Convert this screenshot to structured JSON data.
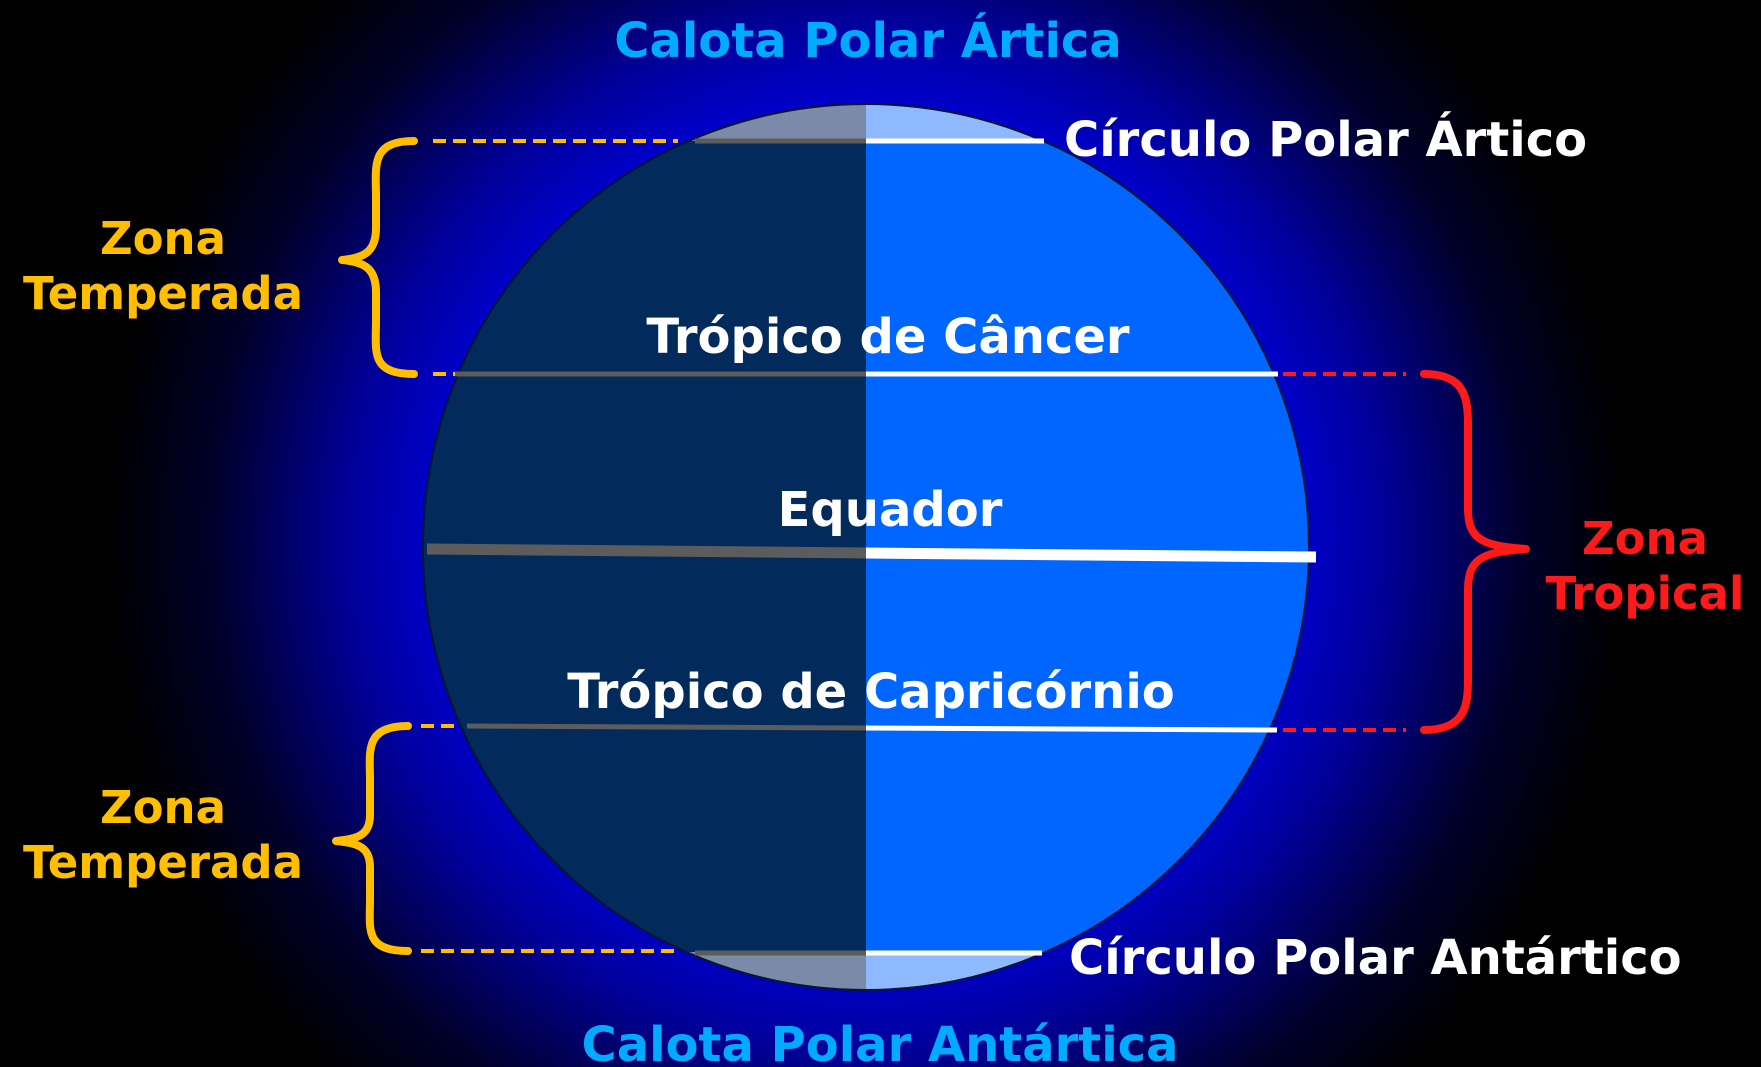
{
  "labels": {
    "calota_artica": "Calota Polar Ártica",
    "circulo_artico": "Círculo Polar Ártico",
    "tropico_cancer": "Trópico de Câncer",
    "equador": "Equador",
    "tropico_capricornio": "Trópico de Capricórnio",
    "circulo_antartico": "Círculo Polar Antártico",
    "calota_antartica": "Calota Polar Antártica",
    "zona_temperada_norte": [
      "Zona",
      "Temperada"
    ],
    "zona_tropical": [
      "Zona",
      "Tropical"
    ],
    "zona_temperada_sul": [
      "Zona",
      "Temperada"
    ]
  },
  "colors": {
    "background": "#000000",
    "glow": "#0000ff",
    "globe_dark": "#022a5a",
    "globe_light": "#0066ff",
    "polar_cap_dark": "#7b8aa8",
    "polar_cap_light": "#8fb9ff",
    "line_white": "#ffffff",
    "line_gray": "#5c5c5c",
    "temperate": "#ffbf00",
    "tropical": "#ff1a1a",
    "calota_text": "#00aaff",
    "label_text": "#ffffff"
  }
}
